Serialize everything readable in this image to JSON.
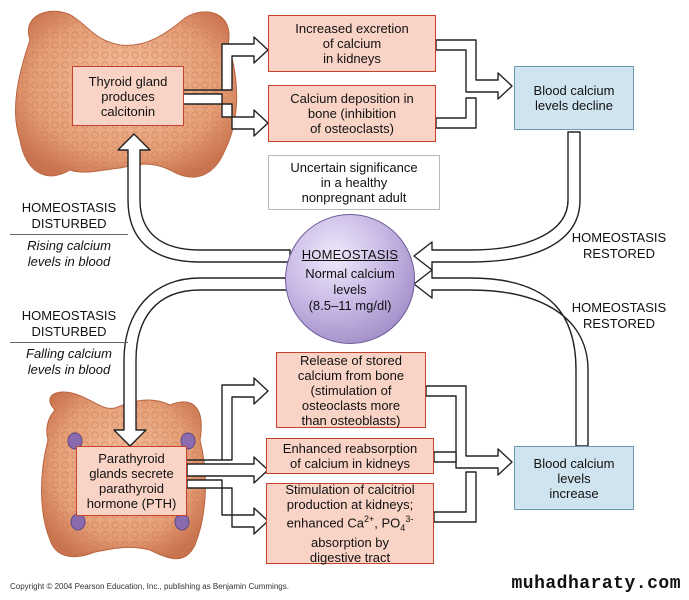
{
  "thyroid": {
    "label": "Thyroid gland\nproduces\ncalcitonin"
  },
  "top_effects": [
    {
      "text": "Increased excretion\nof calcium\nin kidneys"
    },
    {
      "text": "Calcium deposition in\nbone (inhibition\nof osteoclasts)"
    },
    {
      "text": "Uncertain significance\nin a healthy\nnonpregnant adult"
    }
  ],
  "blood_decline": "Blood calcium\nlevels decline",
  "homeostasis": {
    "title": "HOMEOSTASIS",
    "subtitle": "Normal calcium\nlevels\n(8.5–11 mg/dl)"
  },
  "left_top": {
    "line1": "HOMEOSTASIS",
    "line2": "DISTURBED",
    "detail": "Rising calcium\nlevels in blood"
  },
  "left_bottom": {
    "line1": "HOMEOSTASIS",
    "line2": "DISTURBED",
    "detail": "Falling calcium\nlevels in blood"
  },
  "right_top": {
    "line1": "HOMEOSTASIS",
    "line2": "RESTORED"
  },
  "right_bottom": {
    "line1": "HOMEOSTASIS",
    "line2": "RESTORED"
  },
  "parathyroid": {
    "label": "Parathyroid\nglands secrete\nparathyroid\nhormone (PTH)"
  },
  "bottom_effects": [
    {
      "text": "Release of stored\ncalcium from bone\n(stimulation of\nosteoclasts more\nthan osteoblasts)"
    },
    {
      "text": "Enhanced reabsorption\nof calcium in kidneys"
    }
  ],
  "calcitriol": {
    "line1": "Stimulation of calcitriol",
    "line2": "production at kidneys;",
    "line3_pre": "enhanced Ca",
    "ca_sup": "2+",
    "line3_mid": ", PO",
    "po_sub": "4",
    "po_sup": "3-",
    "line4": "absorption by",
    "line5": "digestive tract"
  },
  "blood_increase": "Blood calcium\nlevels\nincrease",
  "footer": "Copyright © 2004 Pearson Education, Inc., publishing as Benjamin Cummings.",
  "watermark": "muhadharaty.com",
  "colors": {
    "effect_fill": "#f9d4c6",
    "effect_border": "#c7422d",
    "result_fill": "#cfe4ef",
    "gland": "#e9a27d",
    "parathyroid_dot": "#8a6bb0"
  }
}
